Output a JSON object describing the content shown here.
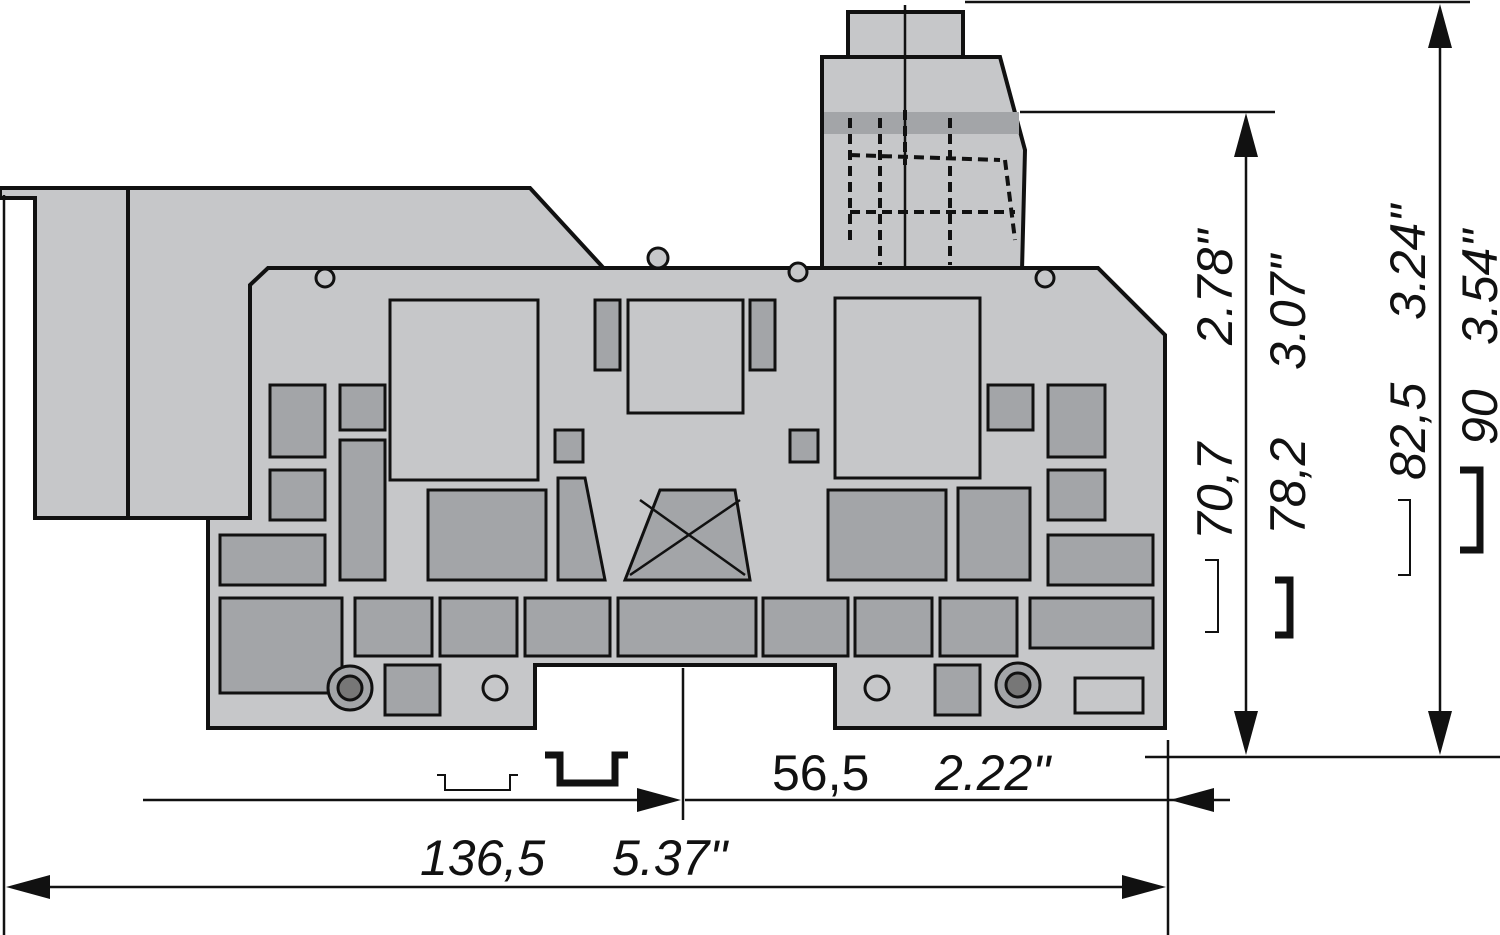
{
  "colors": {
    "body_light": "#c6c7c9",
    "body_dark": "#a3a5a8",
    "line": "#111111"
  },
  "dimensions": {
    "total_width": {
      "mm": "136,5",
      "inch": "5.37\""
    },
    "rail_to_edge": {
      "mm": "56,5",
      "inch": "2.22\""
    },
    "height_small_rail_body": {
      "mm": "70,7",
      "inch": "2.78\""
    },
    "height_large_rail_body": {
      "mm": "78,2",
      "inch": "3.07\""
    },
    "height_small_rail_total": {
      "mm": "82,5",
      "inch": "3.24\""
    },
    "height_large_rail_total": {
      "mm": "90",
      "inch": "3.54\""
    }
  }
}
